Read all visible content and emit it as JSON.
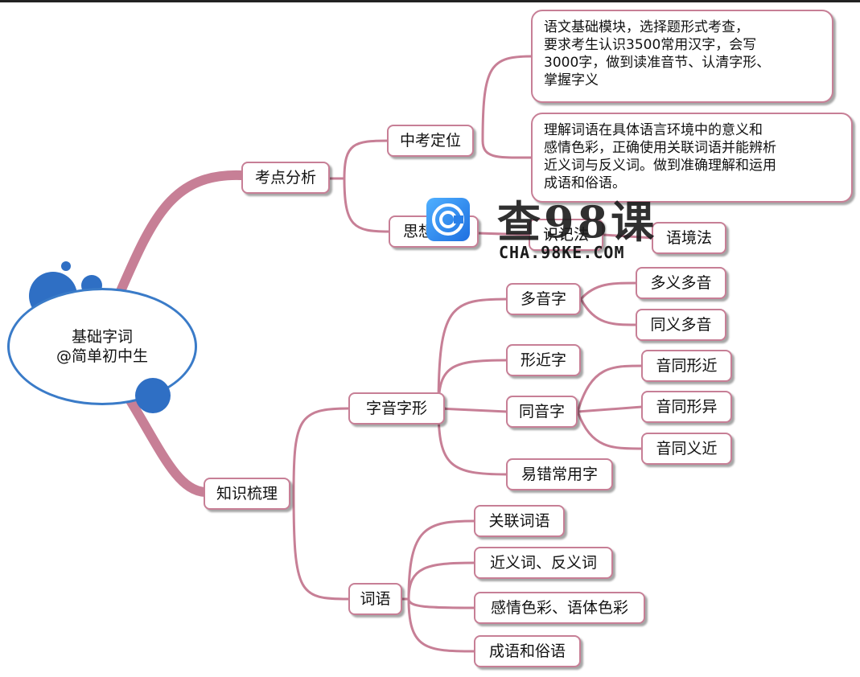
{
  "root": {
    "line1": "基础字词",
    "line2": "@简单初中生"
  },
  "branch_kaodian": {
    "label": "考点分析",
    "zhongkao": {
      "label": "中考定位",
      "note1": "语文基础模块，选择题形式考查，\n要求考生认识3500常用汉字，会写\n3000字，做到读准音节、认清字形、\n掌握字义",
      "note2": "理解词语在具体语言环境中的意义和\n感情色彩，正确使用关联词语并能辨析\n近义词与反义词。做到准确理解和运用\n成语和俗语。"
    },
    "sixiang": {
      "label": "思想方法",
      "method1": "识记法",
      "method2": "语境法"
    }
  },
  "branch_zhishi": {
    "label": "知识梳理",
    "ziyin": {
      "label": "字音字形",
      "duoyin": {
        "label": "多音字",
        "items": [
          "多义多音",
          "同义多音"
        ]
      },
      "xingjin": {
        "label": "形近字"
      },
      "tongyin": {
        "label": "同音字",
        "items": [
          "音同形近",
          "音同形异",
          "音同义近"
        ]
      },
      "yicuo": {
        "label": "易错常用字"
      }
    },
    "ciyu": {
      "label": "词语",
      "items": [
        "关联词语",
        "近义词、反义词",
        "感情色彩、语体色彩",
        "成语和俗语"
      ]
    }
  },
  "watermark": {
    "brand": "查98课",
    "url": "CHA.98KE.COM"
  }
}
